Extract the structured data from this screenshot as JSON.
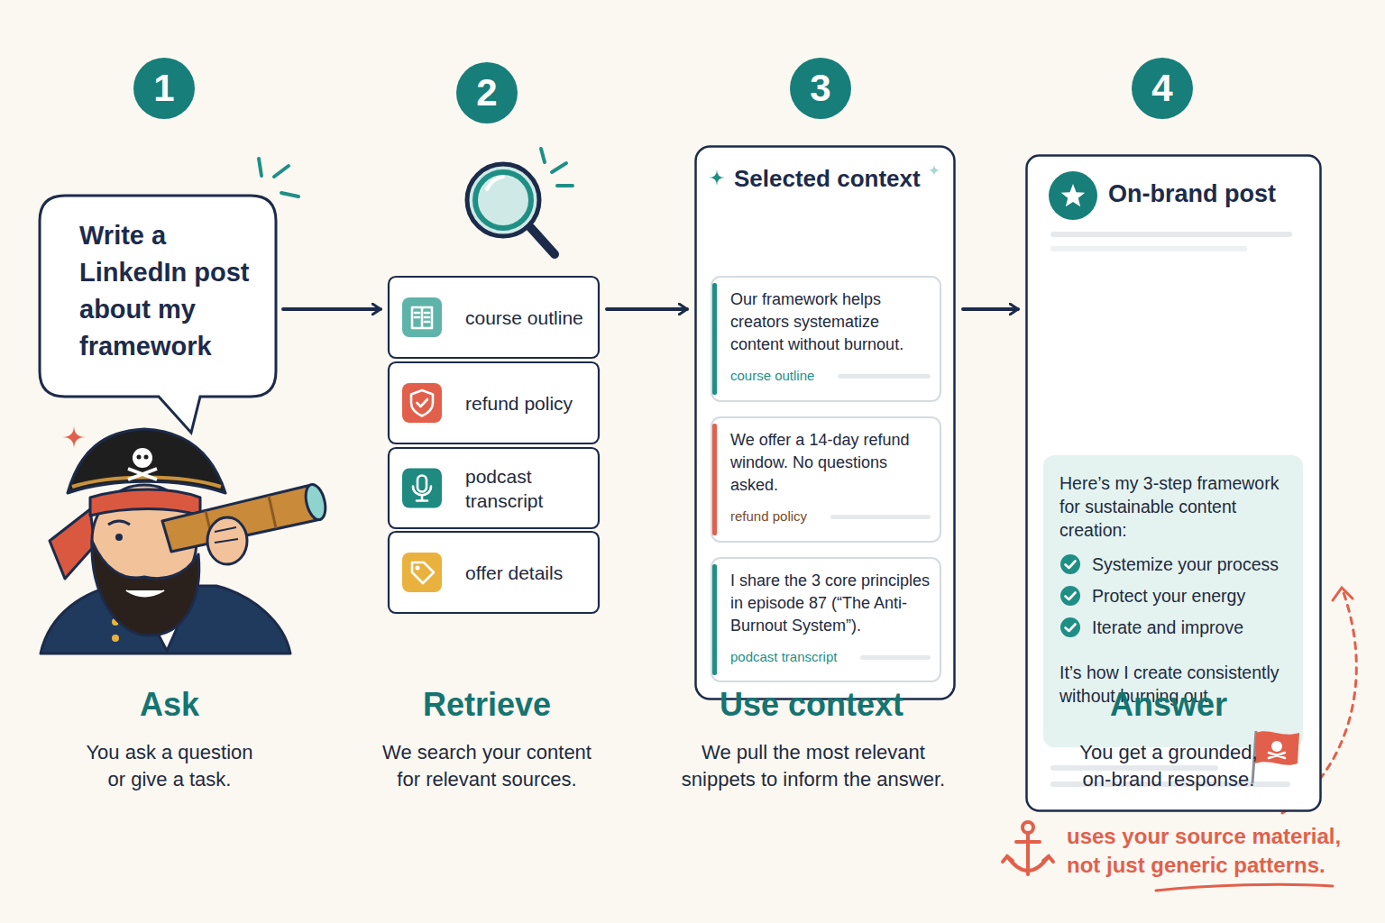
{
  "diagram": {
    "nodes": [
      {
        "text": [
          "1"
        ]
      },
      {
        "text": [
          "Write a LinkedIn post about my framework"
        ]
      },
      {
        "text": [
          "2"
        ]
      },
      {
        "text": [
          "course outline"
        ]
      },
      {
        "text": [
          "refund policy"
        ]
      },
      {
        "text": [
          "podcast transcript"
        ]
      },
      {
        "text": [
          "offer details"
        ]
      },
      {
        "text": [
          "3"
        ]
      },
      {
        "text": [
          "Selected context"
        ]
      },
      {
        "text": [
          "Our framework helps creators systematize content without burnout.",
          "course outline"
        ],
        "in": 8
      },
      {
        "text": [
          "We offer a 14-day refund window. No questions asked.",
          "refund policy"
        ],
        "in": 8
      },
      {
        "text": [
          "I share the 3 core principles in episode 87 (“The Anti-Burnout System”).",
          "podcast transcript"
        ],
        "in": 8
      },
      {
        "text": [
          "4"
        ]
      },
      {
        "text": [
          "On-brand post"
        ]
      },
      {
        "text": [
          "Here’s my 3-step framework for sustainable content creation:",
          "Systemize your process",
          "Protect your energy",
          "Iterate and improve",
          "It’s how I create consistently without burning out."
        ],
        "in": 13
      }
    ],
    "edges": [
      {
        "from": 1,
        "to": 3,
        "arrow": "to"
      },
      {
        "from": 3,
        "to": 8,
        "arrow": "to"
      },
      {
        "from": 8,
        "to": 13,
        "arrow": "to"
      }
    ],
    "labels": [
      "Ask",
      "You ask a question or give a task.",
      "Retrieve",
      "We search your content for relevant sources.",
      "Use context",
      "We pull the most relevant snippets to inform the answer.",
      "Answer",
      "You get a grounded, on-brand response.",
      "uses your source material, not just generic patterns."
    ]
  }
}
